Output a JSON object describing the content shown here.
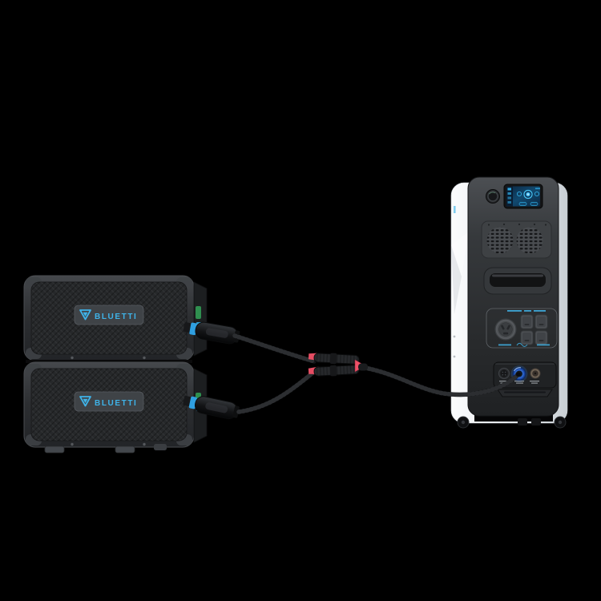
{
  "scene": {
    "background_color": "#000000"
  },
  "brand": {
    "name": "BLUETTI",
    "accent_color": "#3FB3E8"
  },
  "battery_stack": {
    "units": [
      {
        "name": "expansion-battery-top",
        "logo_text": "BLUETTI"
      },
      {
        "name": "expansion-battery-bottom",
        "logo_text": "BLUETTI"
      }
    ]
  },
  "cables": {
    "mc4_clip_color": "#E84A5F",
    "plug_ring_color": "#2F9FE0"
  },
  "power_station": {
    "dc_input_port_color": "#2F7DE0",
    "screen_ui_color": "#35A8E0",
    "shell_color": "#EDF0F3",
    "front_panel_color": "#2C2E30"
  },
  "icons": {
    "bluetti-logo-icon": "nested-inverted-triangles",
    "fan-grille-icon": "perforated-hole-clusters",
    "battery-indicator-icon": "glowing-circle"
  }
}
